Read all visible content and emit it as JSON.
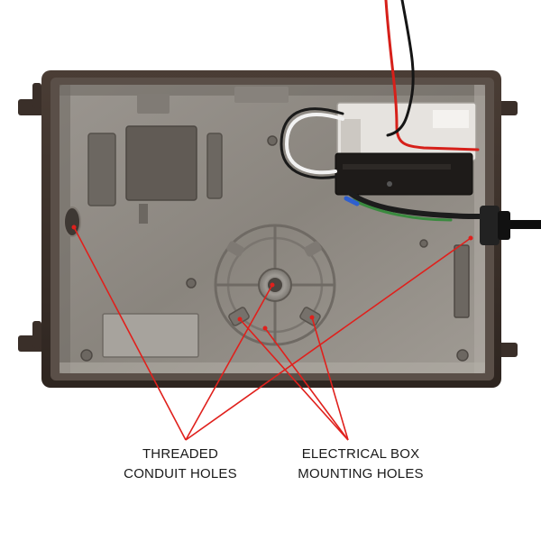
{
  "annotations": {
    "conduit_holes": {
      "line1": "THREADED",
      "line2": "CONDUIT HOLES"
    },
    "mounting_holes": {
      "line1": "ELECTRICAL BOX",
      "line2": "MOUNTING HOLES"
    }
  },
  "colors": {
    "pointer": "#e0201c",
    "housing_dark": "#3b302a",
    "housing_interior": "#8e8a84",
    "label_text": "#1a1a1a"
  }
}
